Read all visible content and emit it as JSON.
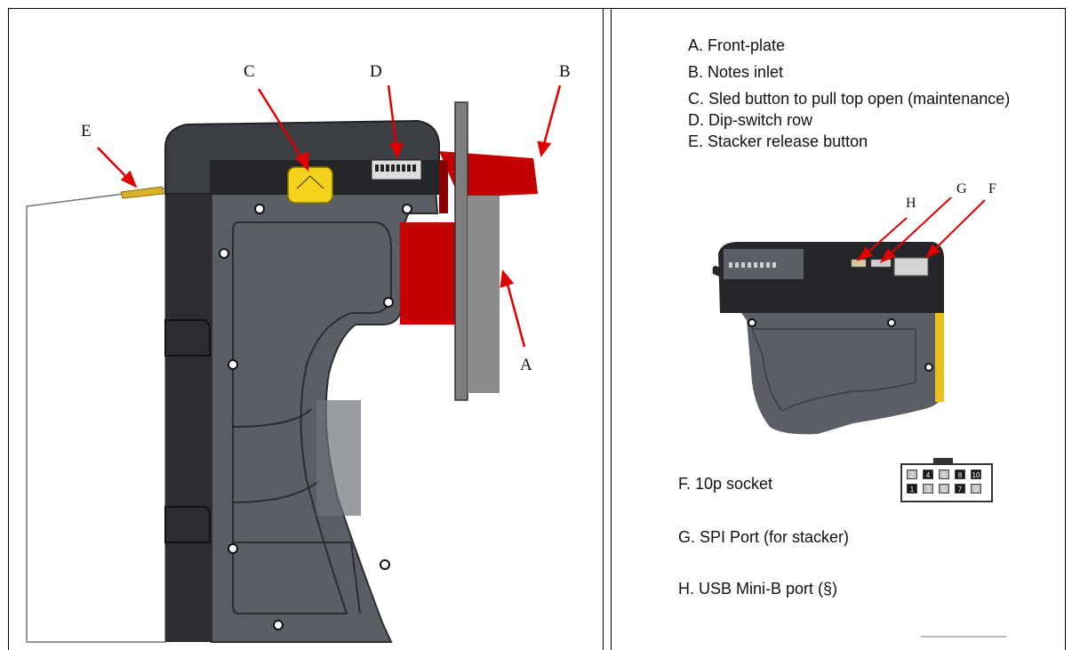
{
  "left_callouts": {
    "a": "A",
    "b": "B",
    "c": "C",
    "d": "D",
    "e": "E"
  },
  "right_callouts": {
    "f": "F",
    "g": "G",
    "h": "H"
  },
  "legend": {
    "a": "A. Front-plate",
    "b": "B. Notes inlet",
    "c": "C. Sled button to pull top open (maintenance)",
    "d": "D. Dip-switch row",
    "e": "E. Stacker release button",
    "f": "F. 10p socket",
    "g": "G.  SPI Port (for stacker)",
    "h": "H. USB Mini-B port (§)"
  },
  "socket_pins": {
    "top": [
      "2",
      "4",
      "6",
      "8",
      "10"
    ],
    "bottom": [
      "1",
      "3",
      "5",
      "7",
      "9"
    ],
    "dark_pins": [
      "4",
      "8",
      "10",
      "1",
      "7"
    ]
  },
  "colors": {
    "body": "#5a5f66",
    "body_dark": "#2b2d31",
    "inlet_red": "#c40000",
    "button_yellow": "#f2d21a",
    "plate_gray": "#7d7d7d"
  }
}
